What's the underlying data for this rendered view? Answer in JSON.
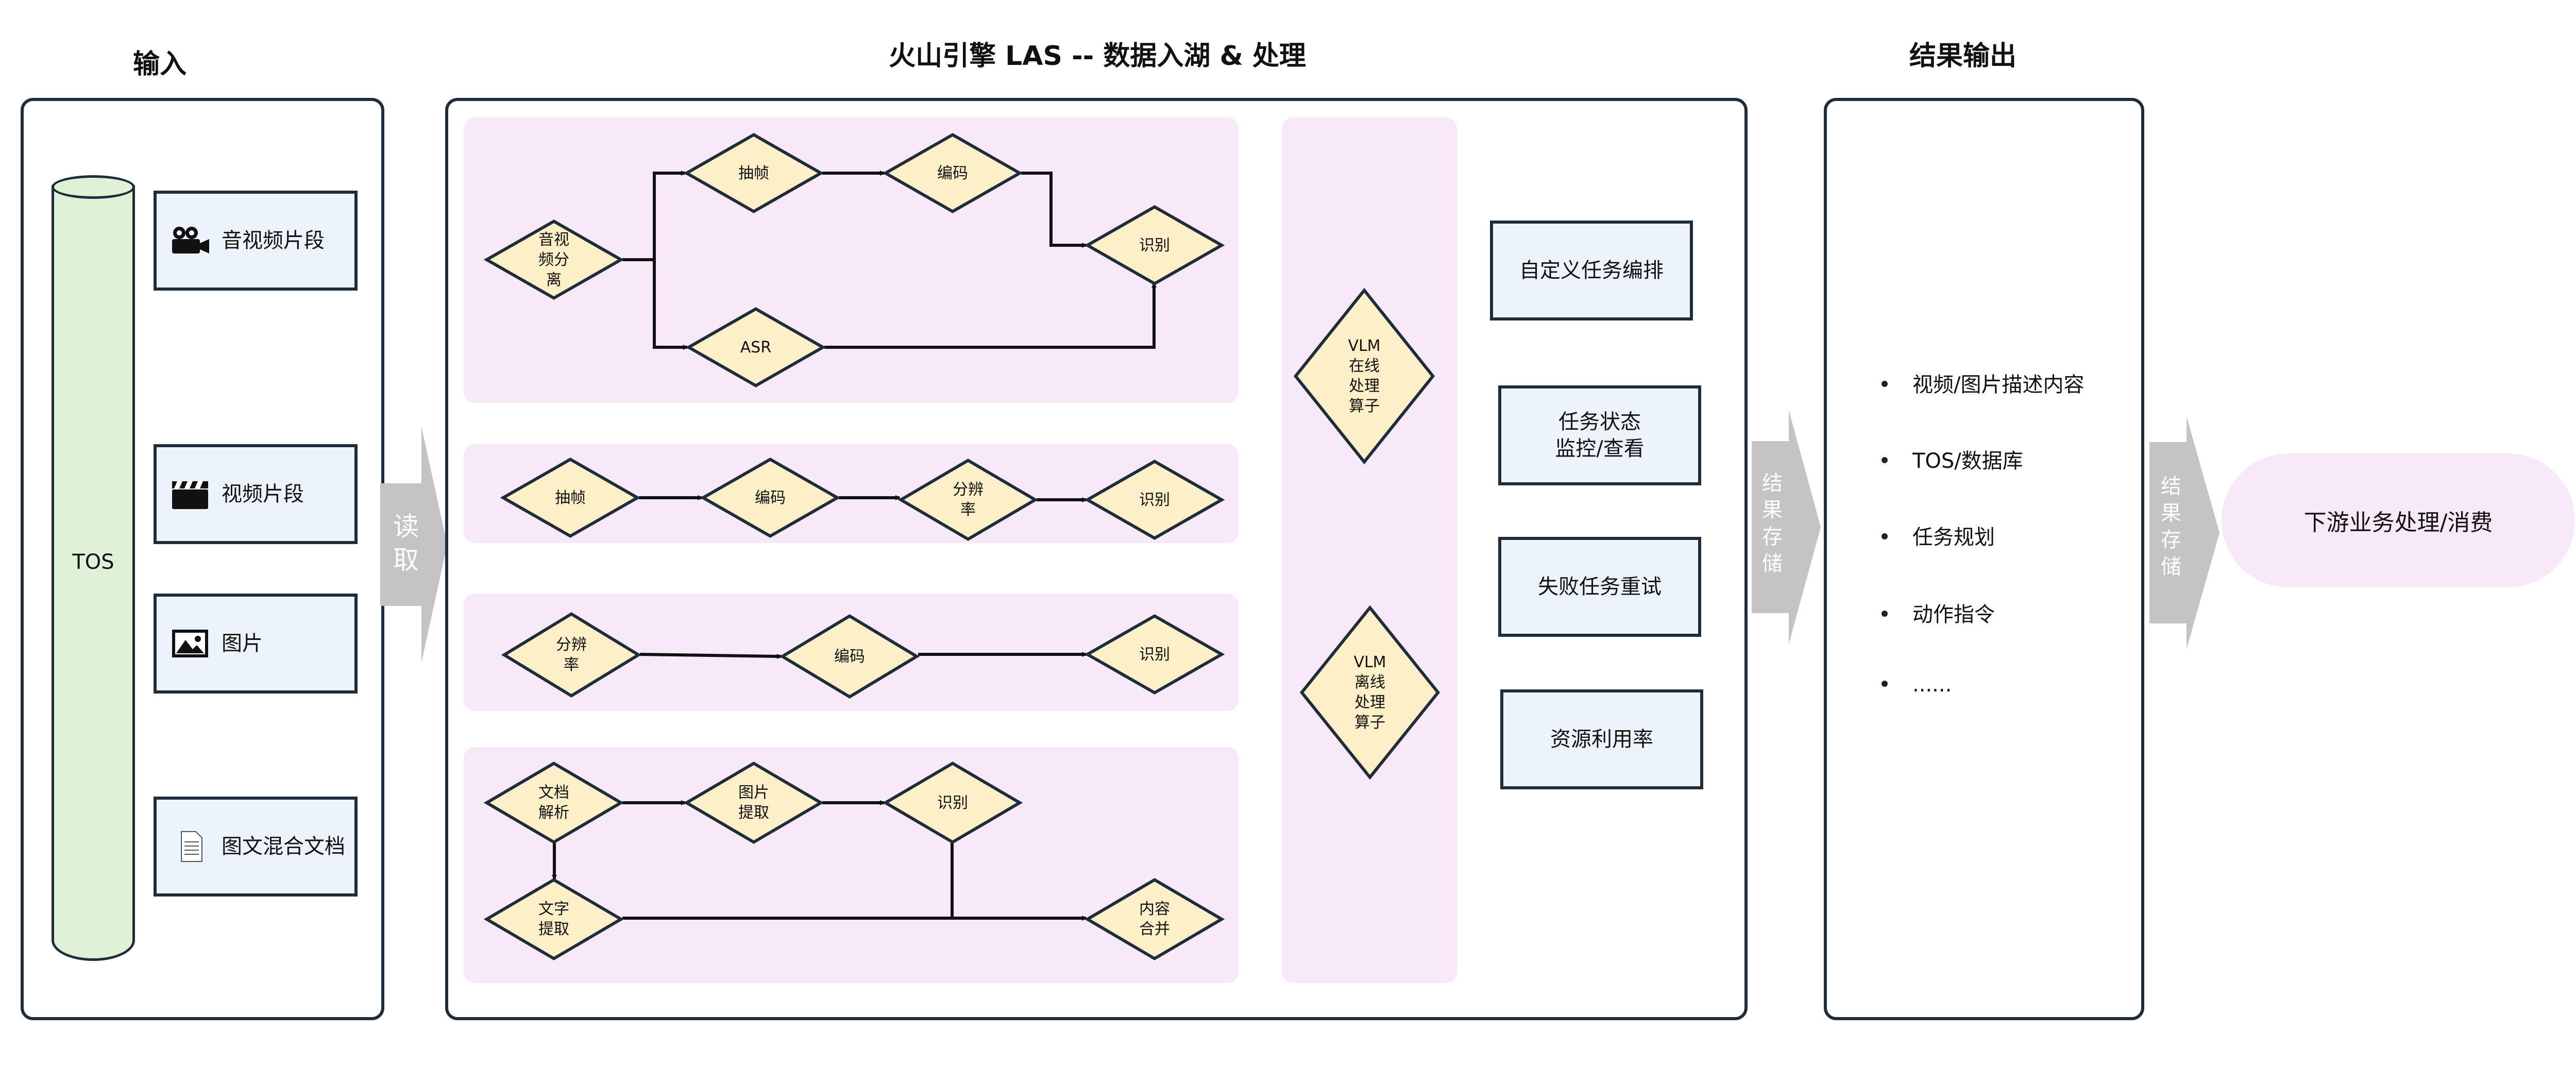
{
  "titles": {
    "input": "输入",
    "main": "火山引擎 LAS -- 数据入湖 &  处理",
    "output": "结果输出"
  },
  "input": {
    "storage": "TOS",
    "items": [
      {
        "label": "音视频片段",
        "icon": "video-camera-icon"
      },
      {
        "label": "视频片段",
        "icon": "clapperboard-icon"
      },
      {
        "label": "图片",
        "icon": "picture-icon"
      },
      {
        "label": "图文混合文档",
        "icon": "document-icon"
      }
    ]
  },
  "arrows": {
    "read": "读\n取",
    "store1": "结\n果\n存\n储",
    "store2": "结\n果\n存\n储"
  },
  "pipelines": {
    "p1": {
      "split": "音视\n频分\n离",
      "extract": "抽帧",
      "encode": "编码",
      "asr": "ASR",
      "recognize": "识别"
    },
    "p2": {
      "extract": "抽帧",
      "encode": "编码",
      "resolution": "分辨\n率",
      "recognize": "识别"
    },
    "p3": {
      "resolution": "分辨\n率",
      "encode": "编码",
      "recognize": "识别"
    },
    "p4": {
      "parse": "文档\n解析",
      "image_extract": "图片\n提取",
      "recognize": "识别",
      "text_extract": "文字\n提取",
      "merge": "内容\n合并"
    }
  },
  "vlm": {
    "online": "VLM\n在线\n处理\n算子",
    "offline": "VLM\n离线\n处理\n算子"
  },
  "features": [
    "自定义任务编排",
    "任务状态\n监控/查看",
    "失败任务重试",
    "资源利用率"
  ],
  "outputs": [
    "视频/图片描述内容",
    "TOS/数据库",
    "任务规划",
    "动作指令",
    "......"
  ],
  "downstream": "下游业务处理/消费",
  "colors": {
    "border": "#1f2d3a",
    "diamond_fill": "#fdf0c8",
    "panel_fill": "#f8e9f8",
    "box_fill": "#edf3fa",
    "cylinder_fill": "#dff2d8",
    "arrow_fill": "#c4c4c4"
  }
}
